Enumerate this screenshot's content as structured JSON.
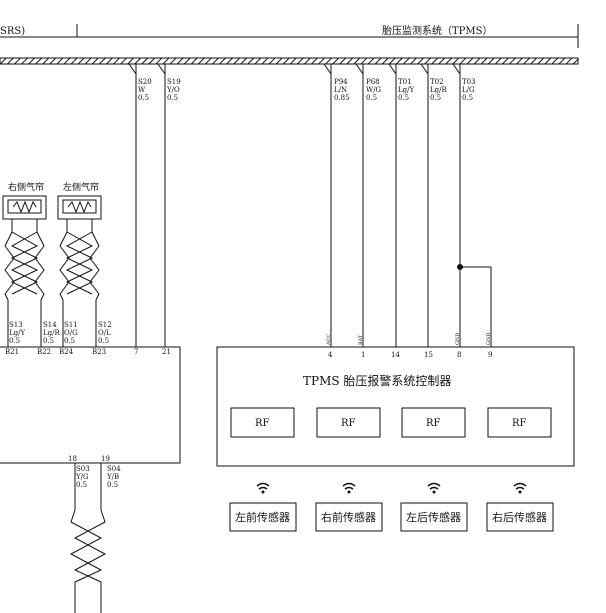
{
  "header": {
    "left_system": "SRS)",
    "right_system": "胎压监测系统（TPMS）"
  },
  "airbag": {
    "right_curtain": "右侧气帘",
    "left_curtain": "左侧气帘",
    "wires": [
      {
        "code": "S13",
        "color": "Lg/Y",
        "size": "0.5",
        "pin": "B21"
      },
      {
        "code": "S14",
        "color": "Lg/R",
        "size": "0.5",
        "pin": "B22"
      },
      {
        "code": "S11",
        "color": "O/G",
        "size": "0.5",
        "pin": "B24"
      },
      {
        "code": "S12",
        "color": "O/L",
        "size": "0.5",
        "pin": "B23"
      }
    ]
  },
  "center_wires": [
    {
      "code": "S20",
      "color": "W",
      "size": "0.5",
      "pin": "7"
    },
    {
      "code": "S19",
      "color": "Y/O",
      "size": "0.5",
      "pin": "21"
    }
  ],
  "bottom_wires": [
    {
      "code": "S03",
      "color": "Y/G",
      "size": "0.5",
      "pin": "18"
    },
    {
      "code": "S04",
      "color": "Y/B",
      "size": "0.5",
      "pin": "19"
    }
  ],
  "tpms_wires": [
    {
      "code": "P94",
      "color": "L/N",
      "size": "0.85",
      "pin": "4",
      "func": "ACC"
    },
    {
      "code": "P68",
      "color": "W/G",
      "size": "0.5",
      "pin": "1",
      "func": "BAT"
    },
    {
      "code": "T01",
      "color": "Lg/Y",
      "size": "0.5",
      "pin": "14",
      "func": ""
    },
    {
      "code": "T02",
      "color": "Lg/R",
      "size": "0.5",
      "pin": "15",
      "func": ""
    },
    {
      "code": "T03",
      "color": "L/G",
      "size": "0.5",
      "pin": "8",
      "func": "GND"
    }
  ],
  "tpms_extra_pin": {
    "pin": "9",
    "func": "GND"
  },
  "controller": {
    "title": "TPMS 胎压报警系统控制器",
    "rf_modules": [
      "RF",
      "RF",
      "RF",
      "RF"
    ]
  },
  "sensors": [
    "左前传感器",
    "右前传感器",
    "左后传感器",
    "右后传感器"
  ],
  "colors": {
    "line": "#111111",
    "background": "#ffffff"
  }
}
